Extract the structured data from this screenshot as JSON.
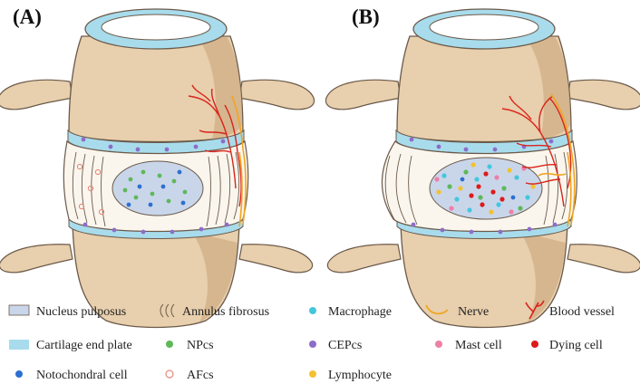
{
  "panels": [
    {
      "label": "(A)"
    },
    {
      "label": "(B)"
    }
  ],
  "colors": {
    "bone": "#e8cfad",
    "bone_shadow": "#c9a57c",
    "bone_outline": "#6b5a4a",
    "cartilage": "#a8dcec",
    "nucleus": "#c9d6ea",
    "annulus": "#faf6ee",
    "np_cell": "#5fb85a",
    "af_cell": "#e58a7a",
    "notochordal_cell": "#2e6fd0",
    "macrophage": "#44c6dd",
    "cep_cell": "#8e6cc9",
    "lymphocyte": "#f2c22e",
    "mast_cell": "#ee7fa8",
    "dying_cell": "#dd1a1a",
    "nerve": "#f0a522",
    "blood_vessel": "#d9241b"
  },
  "legend": [
    {
      "text": "Nucleus pulposus",
      "icon": "nucleus-swatch"
    },
    {
      "text": "Annulus fibrosus",
      "icon": "annulus-arcs"
    },
    {
      "text": "Macrophage",
      "icon": "macrophage-dot"
    },
    {
      "text": "Nerve",
      "icon": "nerve-line"
    },
    {
      "text": "Blood vessel",
      "icon": "blood-vessel-branch"
    },
    {
      "text": "Cartilage end plate",
      "icon": "cartilage-swatch"
    },
    {
      "text": "NPcs",
      "icon": "np-cell-dot"
    },
    {
      "text": "CEPcs",
      "icon": "cep-cell-dot"
    },
    {
      "text": "Mast cell",
      "icon": "mast-cell-dot"
    },
    {
      "text": "Dying cell",
      "icon": "dying-cell-dot"
    },
    {
      "text": "Notochondral cell",
      "icon": "notochordal-cell-dot"
    },
    {
      "text": "AFcs",
      "icon": "af-cell-dot"
    },
    {
      "text": "Lymphocyte",
      "icon": "lymphocyte-dot"
    }
  ]
}
